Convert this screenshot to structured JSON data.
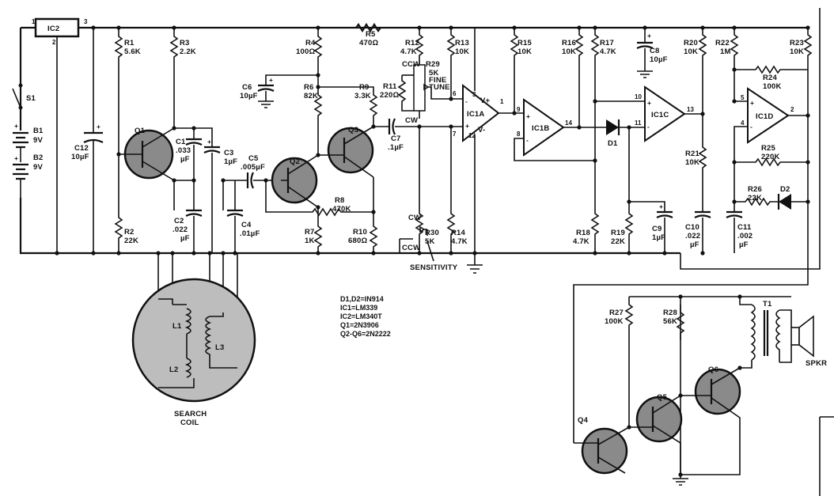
{
  "labels": {
    "ic2": "IC2",
    "ic2_pin1": "1",
    "ic2_pin2": "2",
    "ic2_pin3": "3",
    "s1": "S1",
    "b1": "B1",
    "b1_v": "9V",
    "b2": "B2",
    "b2_v": "9V",
    "c12": "C12",
    "c12_v": "10µF",
    "r1": "R1",
    "r1_v": "5.6K",
    "r2": "R2",
    "r2_v": "22K",
    "r3": "R3",
    "r3_v": "2.2K",
    "q1": "Q1",
    "c1": "C1",
    "c1_v": ".033",
    "c1_u": "µF",
    "c2": "C2",
    "c2_v": ".022",
    "c2_u": "µF",
    "c3": "C3",
    "c3_v": "1µF",
    "c4": "C4",
    "c4_v": ".01µF",
    "c5": "C5",
    "c5_v": ".005µF",
    "q2": "Q2",
    "q3": "Q3",
    "r4": "R4",
    "r4_v": "100Ω",
    "r5": "R5",
    "r5_v": "470Ω",
    "r6": "R6",
    "r6_v": "82K",
    "r7": "R7",
    "r7_v": "1K",
    "r8": "R8",
    "r8_v": "470K",
    "r9": "R9",
    "r9_v": "3.3K",
    "r10": "R10",
    "r10_v": "680Ω",
    "c6": "C6",
    "c6_v": "10µF",
    "c7": "C7",
    "c7_v": ".1µF",
    "r11": "R11",
    "r11_v": "220Ω",
    "r12": "R12",
    "r12_v": "4.7K",
    "r13": "R13",
    "r13_v": "10K",
    "r14": "R14",
    "r14_v": "4.7K",
    "r29": "R29",
    "r29_v": "5K",
    "r29_fine": "FINE",
    "r29_tune": "TUNE",
    "ccw1": "CCW",
    "cw1": "CW",
    "r30": "R30",
    "r30_v": "5K",
    "cw2": "CW",
    "ccw2": "CCW",
    "sensitivity": "SENSITIVITY",
    "ic1a": "IC1A",
    "ic1b": "IC1B",
    "ic1c": "IC1C",
    "ic1d": "IC1D",
    "vplus": "V+",
    "vminus": "V-",
    "r15": "R15",
    "r15_v": "10K",
    "r16": "R16",
    "r16_v": "10K",
    "r17": "R17",
    "r17_v": "4.7K",
    "r18": "R18",
    "r18_v": "4.7K",
    "c8": "C8",
    "c8_v": "10µF",
    "d1": "D1",
    "r19": "R19",
    "r19_v": "22K",
    "c9": "C9",
    "c9_v": "1µF",
    "r20": "R20",
    "r20_v": "10K",
    "r21": "R21",
    "r21_v": "10K",
    "c10": "C10",
    "c10_v": ".022",
    "c10_u": "µF",
    "r22": "R22",
    "r22_v": "1M",
    "r23": "R23",
    "r23_v": "10K",
    "r24": "R24",
    "r24_v": "100K",
    "r25": "R25",
    "r25_v": "220K",
    "r26": "R26",
    "r26_v": "22K",
    "d2": "D2",
    "c11": "C11",
    "c11_v": ".002",
    "c11_u": "µF",
    "r27": "R27",
    "r27_v": "100K",
    "r28": "R28",
    "r28_v": "56K",
    "t1": "T1",
    "spkr": "SPKR",
    "q4": "Q4",
    "q5": "Q5",
    "q6": "Q6",
    "l1": "L1",
    "l2": "L2",
    "l3": "L3",
    "search": "SEARCH",
    "coil": "COIL"
  },
  "pins": {
    "a6": "6",
    "a7": "7",
    "a3": "3",
    "a12": "12",
    "a1": "1",
    "b9": "9",
    "b8": "8",
    "b14": "14",
    "c10": "10",
    "c11": "11",
    "c13": "13",
    "d5": "5",
    "d4": "4",
    "d2": "2"
  },
  "notes": [
    "D1,D2=IN914",
    "IC1=LM339",
    "IC2=LM340T",
    "Q1=2N3906",
    "Q2-Q6=2N2222"
  ]
}
